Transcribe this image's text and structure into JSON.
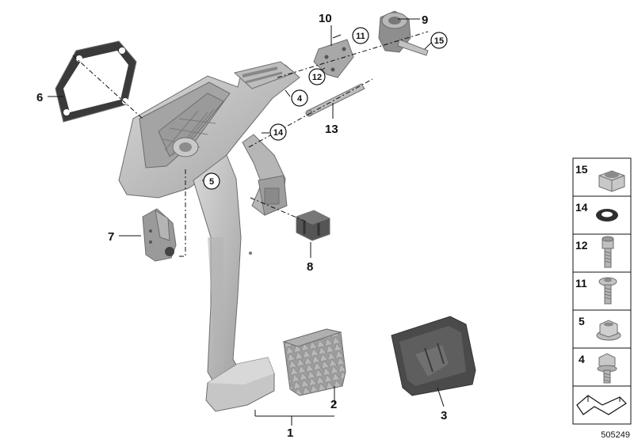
{
  "diagram_id": "505249",
  "callouts": [
    {
      "num": "1"
    },
    {
      "num": "2"
    },
    {
      "num": "3"
    },
    {
      "num": "6"
    },
    {
      "num": "7"
    },
    {
      "num": "8"
    },
    {
      "num": "9"
    },
    {
      "num": "10"
    },
    {
      "num": "13"
    }
  ],
  "circled_callouts": [
    {
      "num": "11"
    },
    {
      "num": "12"
    },
    {
      "num": "15"
    },
    {
      "num": "4"
    },
    {
      "num": "14"
    },
    {
      "num": "5"
    }
  ],
  "parts_legend": [
    {
      "num": "15",
      "icon": "nut-icon"
    },
    {
      "num": "14",
      "icon": "o-ring-icon"
    },
    {
      "num": "12",
      "icon": "socket-head-screw-icon"
    },
    {
      "num": "11",
      "icon": "flange-screw-icon"
    },
    {
      "num": "5",
      "icon": "flange-nut-icon"
    },
    {
      "num": "4",
      "icon": "hex-bolt-icon"
    }
  ],
  "colors": {
    "pedal_light": "#c4c4c4",
    "pedal_mid": "#a8a8a8",
    "pedal_dark": "#8a8a8a",
    "rubber_pad": "#5a5a5a",
    "outline": "#6d6d6d",
    "text": "#111111"
  }
}
